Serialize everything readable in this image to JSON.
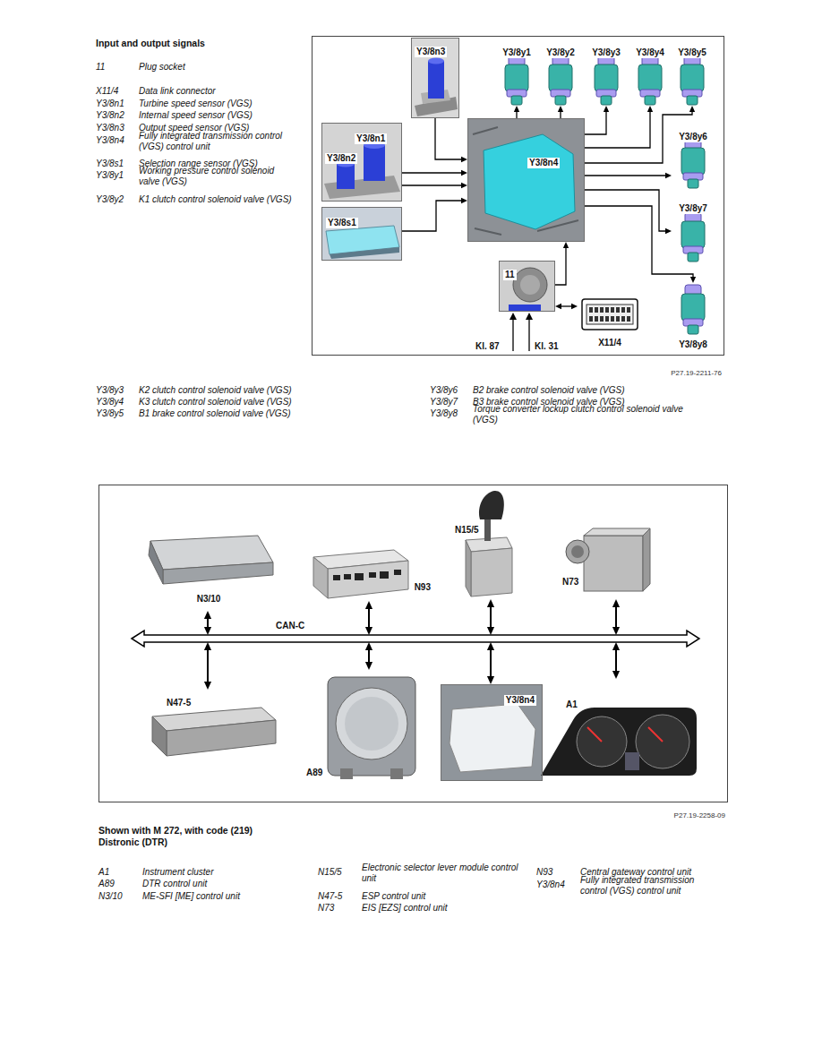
{
  "diagram": {
    "title": "Input and output signals",
    "nodes": [
      {
        "text": [
          "Y3/8n3"
        ]
      },
      {
        "text": [
          "Y3/8y1"
        ]
      },
      {
        "text": [
          "Y3/8y2"
        ]
      },
      {
        "text": [
          "Y3/8y3"
        ]
      },
      {
        "text": [
          "Y3/8y4"
        ]
      },
      {
        "text": [
          "Y3/8y5"
        ]
      },
      {
        "text": [
          "Y3/8n1",
          "Y3/8n2"
        ]
      },
      {
        "text": [
          "Y3/8n4"
        ]
      },
      {
        "text": [
          "Y3/8y6"
        ]
      },
      {
        "text": [
          "Y3/8s1"
        ]
      },
      {
        "text": [
          "Y3/8y7"
        ]
      },
      {
        "text": [
          "11"
        ]
      },
      {
        "text": [
          "X11/4"
        ]
      },
      {
        "text": [
          "Y3/8y8"
        ]
      },
      {
        "text": [
          "N3/10"
        ]
      },
      {
        "text": [
          "N93"
        ]
      },
      {
        "text": [
          "N15/5"
        ]
      },
      {
        "text": [
          "N73"
        ]
      },
      {
        "text": [
          "CAN-C"
        ]
      },
      {
        "text": [
          "N47-5"
        ]
      },
      {
        "text": [
          "A89"
        ]
      },
      {
        "text": [
          "Y3/8n4"
        ]
      },
      {
        "text": [
          "A1"
        ]
      }
    ],
    "edges": [
      {
        "from": 0,
        "to": 7,
        "arrow": "to"
      },
      {
        "from": 6,
        "to": 7,
        "arrow": "to"
      },
      {
        "from": 6,
        "to": 7,
        "arrow": "to"
      },
      {
        "from": 9,
        "to": 7,
        "arrow": "to"
      },
      {
        "from": 7,
        "to": 1,
        "arrow": "to"
      },
      {
        "from": 7,
        "to": 2,
        "arrow": "to"
      },
      {
        "from": 7,
        "to": 3,
        "arrow": "to"
      },
      {
        "from": 7,
        "to": 4,
        "arrow": "to"
      },
      {
        "from": 7,
        "to": 5,
        "arrow": "to"
      },
      {
        "from": 7,
        "to": 8,
        "arrow": "to"
      },
      {
        "from": 7,
        "to": 10,
        "arrow": "to"
      },
      {
        "from": 7,
        "to": 13,
        "arrow": "to"
      },
      {
        "from": 11,
        "to": 7,
        "arrow": "to"
      },
      {
        "from": 11,
        "to": 12,
        "arrow": "both"
      },
      {
        "from": 14,
        "to": 18,
        "arrow": "both"
      },
      {
        "from": 15,
        "to": 18,
        "arrow": "both"
      },
      {
        "from": 16,
        "to": 18,
        "arrow": "both"
      },
      {
        "from": 17,
        "to": 18,
        "arrow": "both"
      },
      {
        "from": 18,
        "to": 19,
        "arrow": "both"
      },
      {
        "from": 18,
        "to": 20,
        "arrow": "both"
      },
      {
        "from": 18,
        "to": 21,
        "arrow": "both"
      },
      {
        "from": 18,
        "to": 22,
        "arrow": "both"
      }
    ],
    "labels": [
      "11",
      "Plug socket",
      "X11/4",
      "Data link connector",
      "Y3/8n1",
      "Turbine speed sensor (VGS)",
      "Y3/8n2",
      "Internal speed sensor (VGS)",
      "Y3/8n3",
      "Output speed sensor (VGS)",
      "Y3/8n4",
      "Fully integrated transmission control (VGS) control unit",
      "Y3/8s1",
      "Selection range sensor (VGS)",
      "Y3/8y1",
      "Working pressure control solenoid valve (VGS)",
      "Y3/8y2",
      "K1 clutch control solenoid valve (VGS)",
      "Kl. 87",
      "Kl. 31",
      "P27.19-2211-76",
      "Y3/8y3",
      "K2 clutch control solenoid valve (VGS)",
      "Y3/8y4",
      "K3 clutch control solenoid valve (VGS)",
      "Y3/8y5",
      "B1 brake control solenoid valve (VGS)",
      "Y3/8y6",
      "B2 brake control solenoid valve (VGS)",
      "Y3/8y7",
      "B3 brake control solenoid valve (VGS)",
      "Y3/8y8",
      "Torque converter lockup clutch control solenoid valve (VGS)",
      "P27.19-2258-09",
      "Shown with M 272, with code (219) Distronic (DTR)",
      "A1",
      "Instrument cluster",
      "A89",
      "DTR control unit",
      "N3/10",
      "ME-SFI [ME] control unit",
      "N15/5",
      "Electronic selector lever module control unit",
      "N47-5",
      "ESP control unit",
      "N73",
      "EIS [EZS] control unit",
      "N93",
      "Central gateway control unit",
      "Y3/8n4",
      "Fully integrated transmission control (VGS) control unit"
    ]
  }
}
